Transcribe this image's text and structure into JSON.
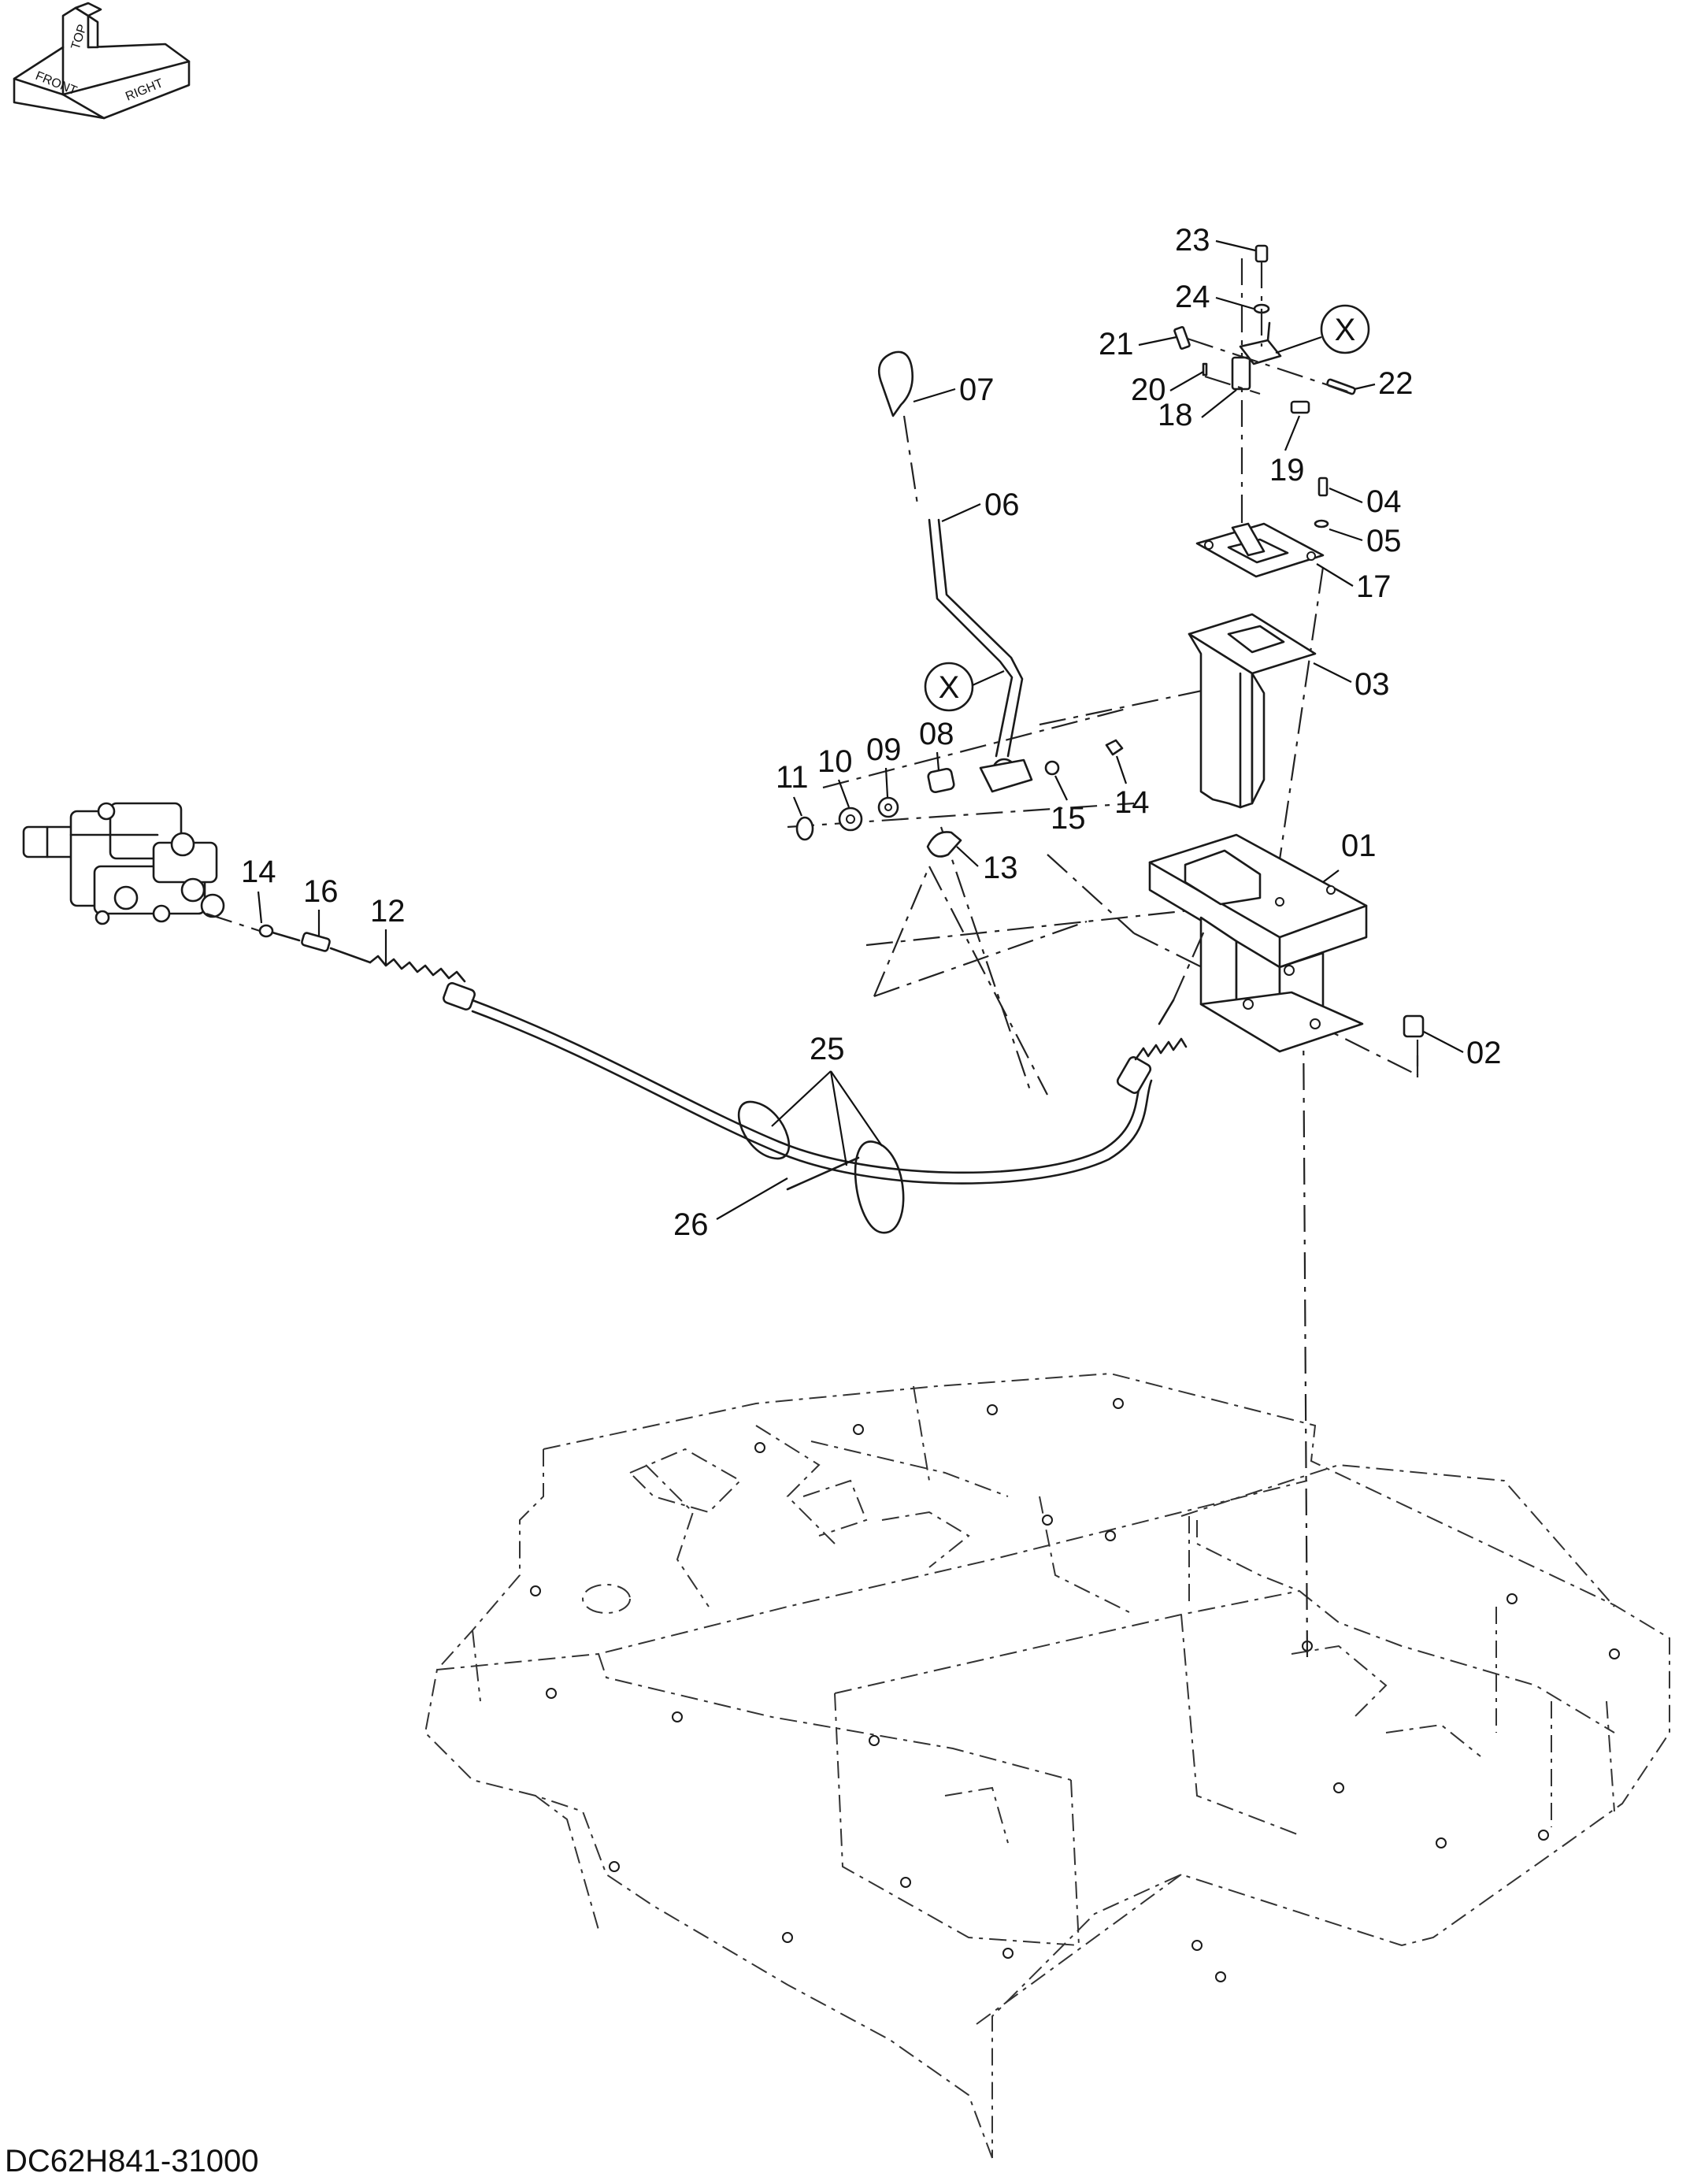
{
  "document_id": "DC62H841-31000",
  "orientation_badge": {
    "top": "TOP",
    "front": "FRONT",
    "right": "RIGHT"
  },
  "view_marker": "X",
  "callouts": [
    "01",
    "02",
    "03",
    "04",
    "05",
    "06",
    "07",
    "08",
    "09",
    "10",
    "11",
    "12",
    "13",
    "14",
    "14",
    "15",
    "16",
    "17",
    "18",
    "19",
    "20",
    "21",
    "22",
    "23",
    "24",
    "25",
    "26"
  ]
}
